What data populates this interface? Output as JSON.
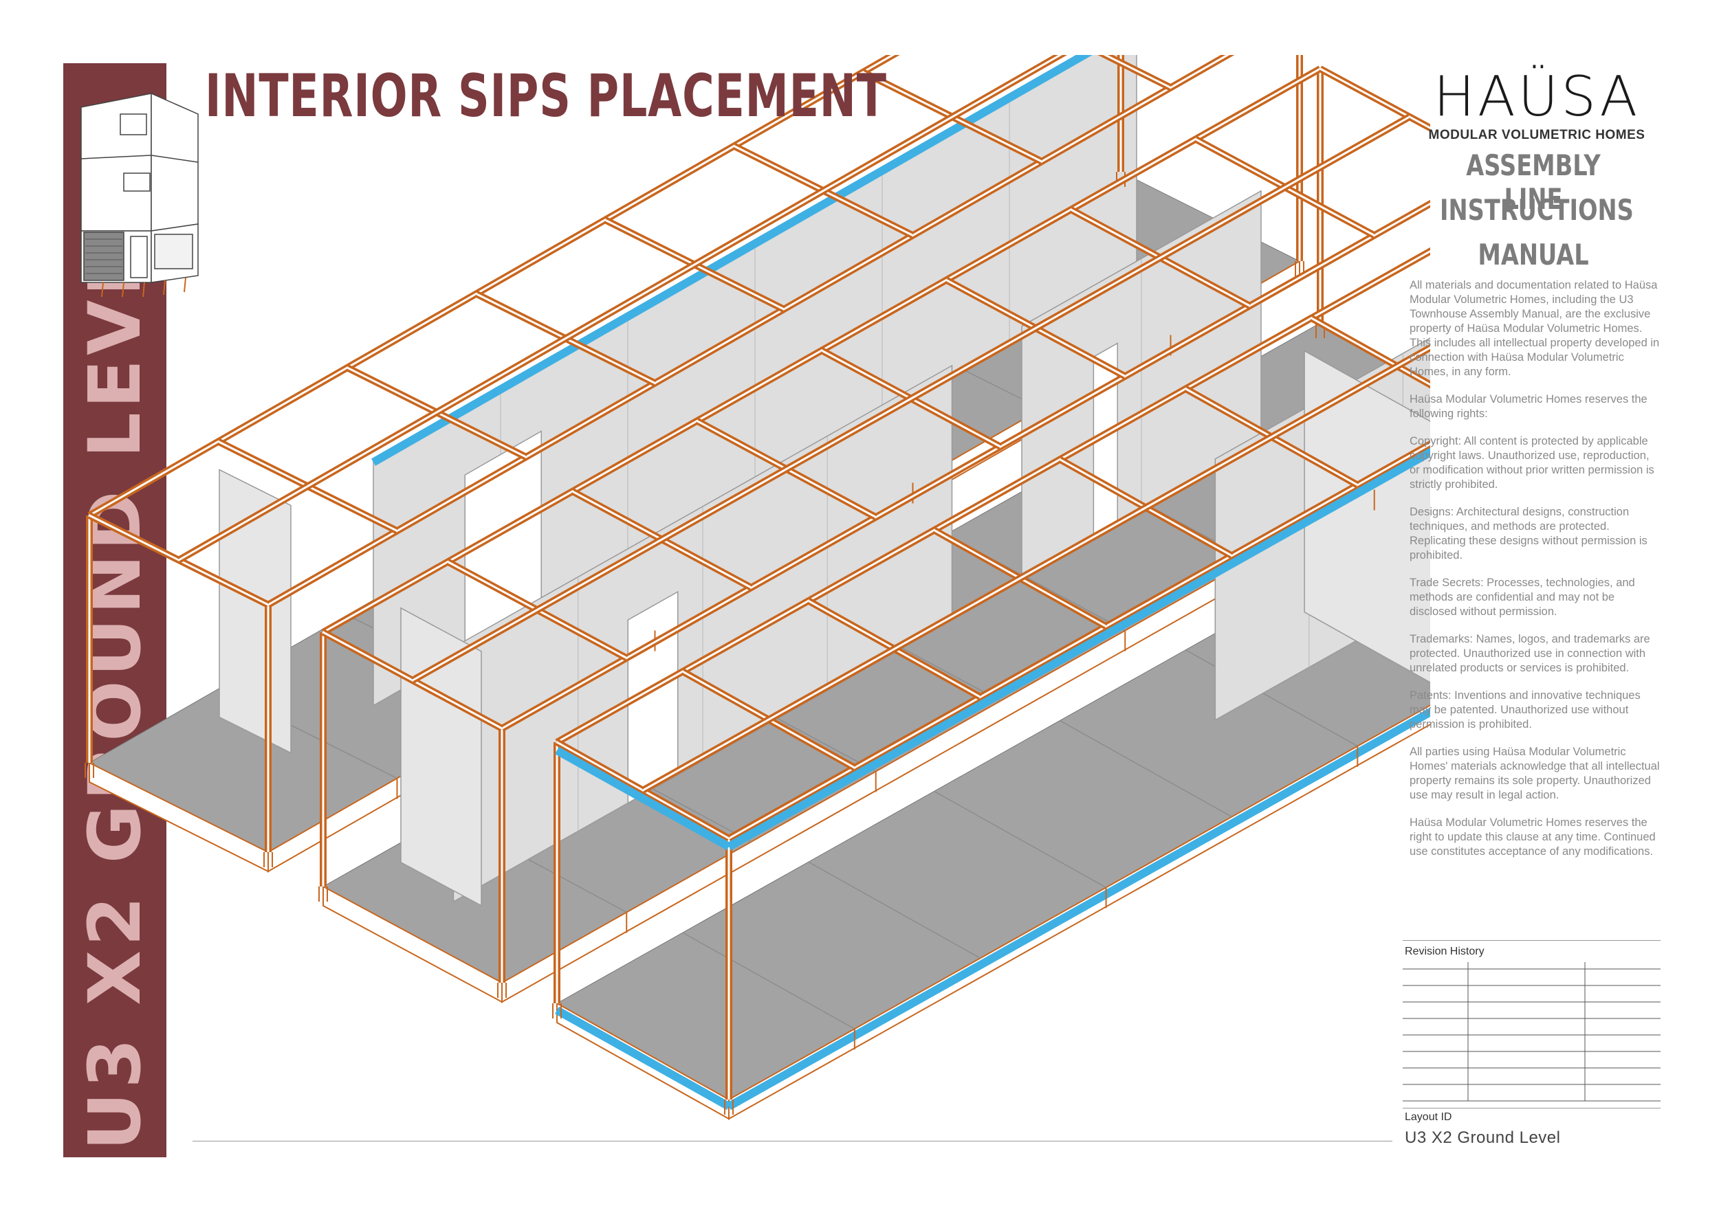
{
  "sidebar": {
    "label": "U3 X2 GROUND LEVEL"
  },
  "header": {
    "title": "INTERIOR SIPS PLACEMENT"
  },
  "brand": {
    "logo": "HAÜSA",
    "tagline": "MODULAR VOLUMETRIC HOMES",
    "manual_lines": [
      "ASSEMBLY LINE",
      "INSTRUCTIONS",
      "MANUAL"
    ]
  },
  "legal": [
    "All materials and documentation related to Haüsa Modular Volumetric Homes, including the U3 Townhouse Assembly Manual, are the exclusive property of Haüsa Modular Volumetric Homes. This includes all intellectual property developed in connection with Haüsa Modular Volumetric Homes, in any form.",
    "Haüsa Modular Volumetric Homes reserves the following rights:",
    "Copyright: All content is protected by applicable copyright laws. Unauthorized use, reproduction, or modification without prior written permission is strictly prohibited.",
    "Designs: Architectural designs, construction techniques, and methods are protected. Replicating these designs without permission is prohibited.",
    "Trade Secrets: Processes, technologies, and methods are confidential and may not be disclosed without permission.",
    "Trademarks: Names, logos, and trademarks are protected. Unauthorized use in connection with unrelated products or services is prohibited.",
    "Patents: Inventions and innovative techniques may be patented. Unauthorized use without permission is prohibited.",
    "All parties using Haüsa Modular Volumetric Homes' materials acknowledge that all intellectual property remains its sole property. Unauthorized use may result in legal action.",
    "Haüsa Modular Volumetric Homes reserves the right to update this clause at any time. Continued use constitutes acceptance of any modifications."
  ],
  "revision": {
    "label": "Revision History",
    "rows": 8
  },
  "layout": {
    "label": "Layout ID",
    "value": "U3 X2 Ground Level"
  },
  "colors": {
    "sidebar": "#7a3a3e",
    "frame": "#c8661e",
    "sip_edge": "#3fb0e3",
    "floor": "#a3a3a3",
    "panel": "#dedede"
  }
}
